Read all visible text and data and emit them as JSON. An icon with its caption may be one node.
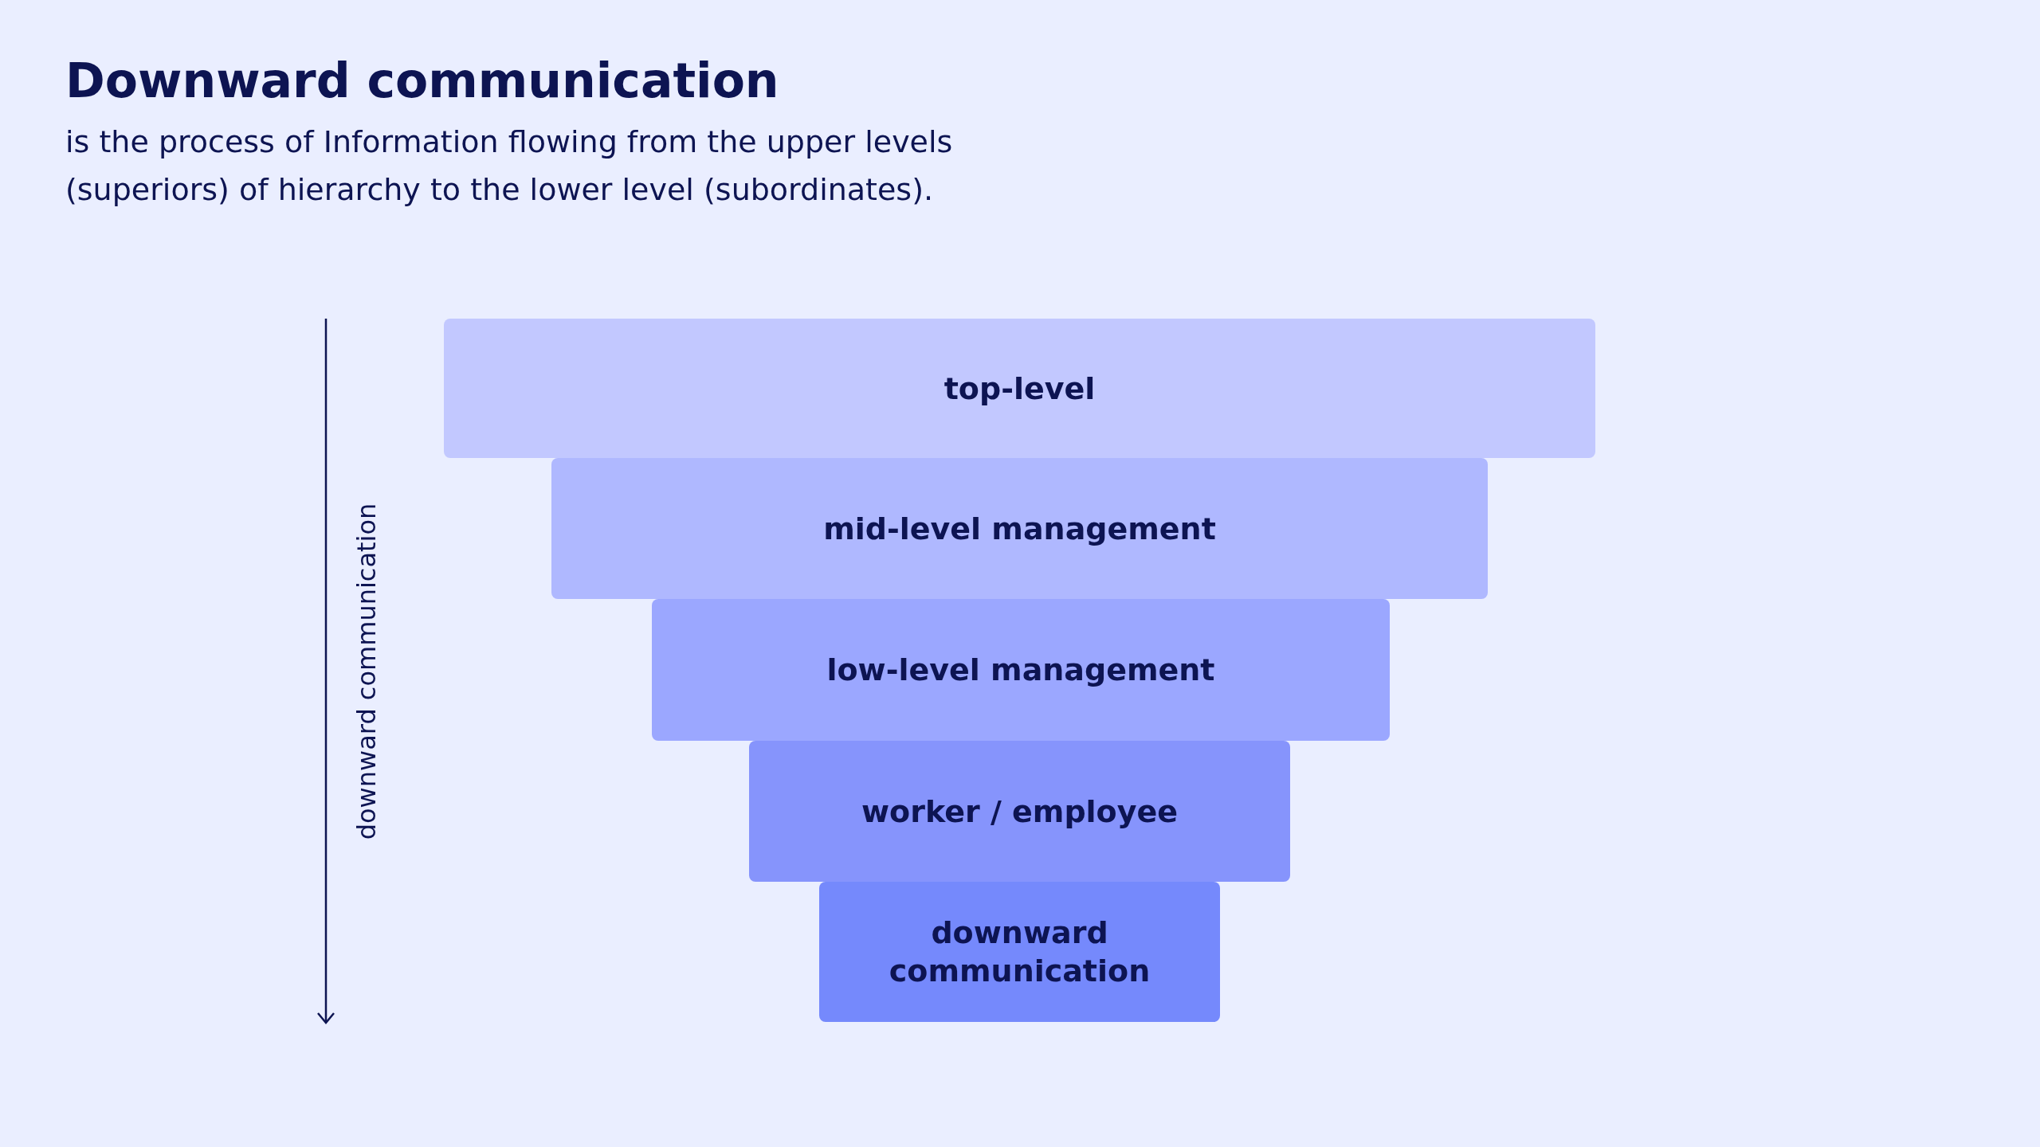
{
  "diagram": {
    "title": "Downward communication",
    "nodes": [
      {
        "text": [
          "top-level"
        ]
      },
      {
        "text": [
          "mid-level management"
        ]
      },
      {
        "text": [
          "low-level management"
        ]
      },
      {
        "text": [
          "worker / employee"
        ]
      },
      {
        "text": [
          "downward communication"
        ]
      }
    ],
    "labels": [
      "is the process of Information flowing from the upper levels (superiors) of hierarchy to the lower level (subordinates).",
      "downward communication"
    ]
  }
}
